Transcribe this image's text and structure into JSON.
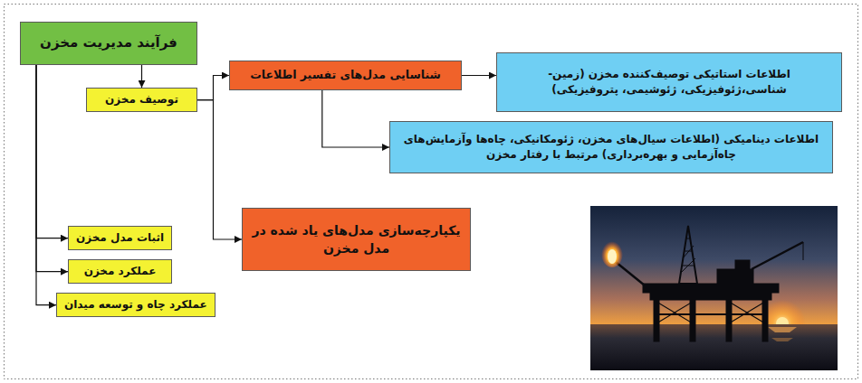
{
  "diagram": {
    "nodes": [
      {
        "text": [
          "فرآیند مدیریت مخزن"
        ]
      },
      {
        "text": [
          "توصیف مخزن"
        ]
      },
      {
        "text": [
          "شناسایی مدل‌های تفسیر اطلاعات"
        ]
      },
      {
        "text": [
          "اطلاعات استاتیکی توصیف‌کننده مخزن (زمین- شناسی،ژئوفیزیکی، ژئوشیمی، پتروفیزیکی)"
        ]
      },
      {
        "text": [
          "اطلاعات دینامیکی (اطلاعات سیال‌های مخزن، ژئومکانیکی، چاه‌ها وآزمایش‌های چاه‌آزمایی و بهره‌برداری) مرتبط با رفتار مخزن"
        ]
      },
      {
        "text": [
          "یکپارچه‌سازی مدل‌های یاد شده در مدل مخزن"
        ]
      },
      {
        "text": [
          "اثبات مدل مخزن"
        ]
      },
      {
        "text": [
          "عملکرد مخزن"
        ]
      },
      {
        "text": [
          "عملکرد چاه و توسعه میدان"
        ]
      }
    ],
    "edges": [
      {
        "from": 0,
        "to": 1,
        "arrow": "to"
      },
      {
        "from": 1,
        "to": 2,
        "arrow": "to"
      },
      {
        "from": 1,
        "to": 5,
        "arrow": "to"
      },
      {
        "from": 2,
        "to": 3,
        "arrow": "to"
      },
      {
        "from": 2,
        "to": 4,
        "arrow": "to"
      },
      {
        "from": 0,
        "to": 6,
        "arrow": "to"
      },
      {
        "from": 0,
        "to": 7,
        "arrow": "to"
      },
      {
        "from": 0,
        "to": 8,
        "arrow": "to"
      }
    ]
  }
}
